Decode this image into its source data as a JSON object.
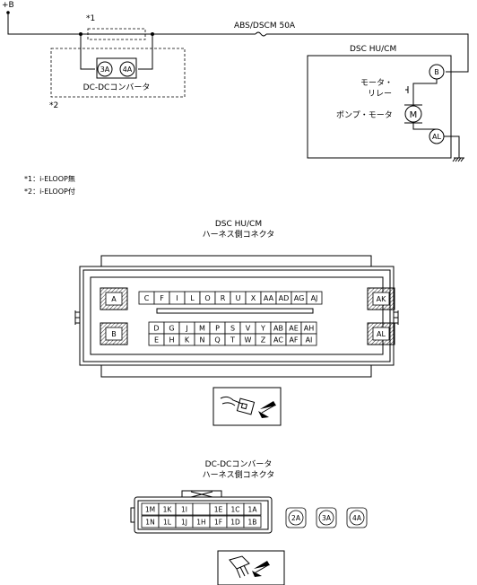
{
  "wiring": {
    "plus_b": "+B",
    "fuse_label": "ABS/DSCM 50A",
    "note1_marker": "*1",
    "note2_marker": "*2",
    "dcdc_label": "DC-DCコンバータ",
    "dcdc_pin_3a": "3A",
    "dcdc_pin_4a": "4A",
    "dsc_title": "DSC HU/CM",
    "relay_label_1": "モータ・",
    "relay_label_2": "リレー",
    "pump_label": "ポンプ・モータ",
    "motor_symbol": "M",
    "pin_b": "B",
    "pin_al": "AL"
  },
  "notes": {
    "note1": "*1：i-ELOOP無",
    "note2": "*2：i-ELOOP付"
  },
  "dsc_connector": {
    "title_1": "DSC HU/CM",
    "title_2": "ハーネス側コネクタ",
    "side_a": "A",
    "side_b": "B",
    "side_ak": "AK",
    "side_al": "AL",
    "row1": [
      "C",
      "F",
      "I",
      "L",
      "O",
      "R",
      "U",
      "X",
      "AA",
      "AD",
      "AG",
      "AJ"
    ],
    "row2": [
      "D",
      "G",
      "J",
      "M",
      "P",
      "S",
      "V",
      "Y",
      "AB",
      "AE",
      "AH"
    ],
    "row3": [
      "E",
      "H",
      "K",
      "N",
      "Q",
      "T",
      "W",
      "Z",
      "AC",
      "AF",
      "AI"
    ]
  },
  "dcdc_connector": {
    "title_1": "DC-DCコンバータ",
    "title_2": "ハーネス側コネクタ",
    "top_row": [
      "1M",
      "1K",
      "1I",
      "",
      "1E",
      "1C",
      "1A"
    ],
    "bottom_row": [
      "1N",
      "1L",
      "1J",
      "1H",
      "1F",
      "1D",
      "1B"
    ],
    "round_pins": [
      "2A",
      "3A",
      "4A"
    ]
  }
}
